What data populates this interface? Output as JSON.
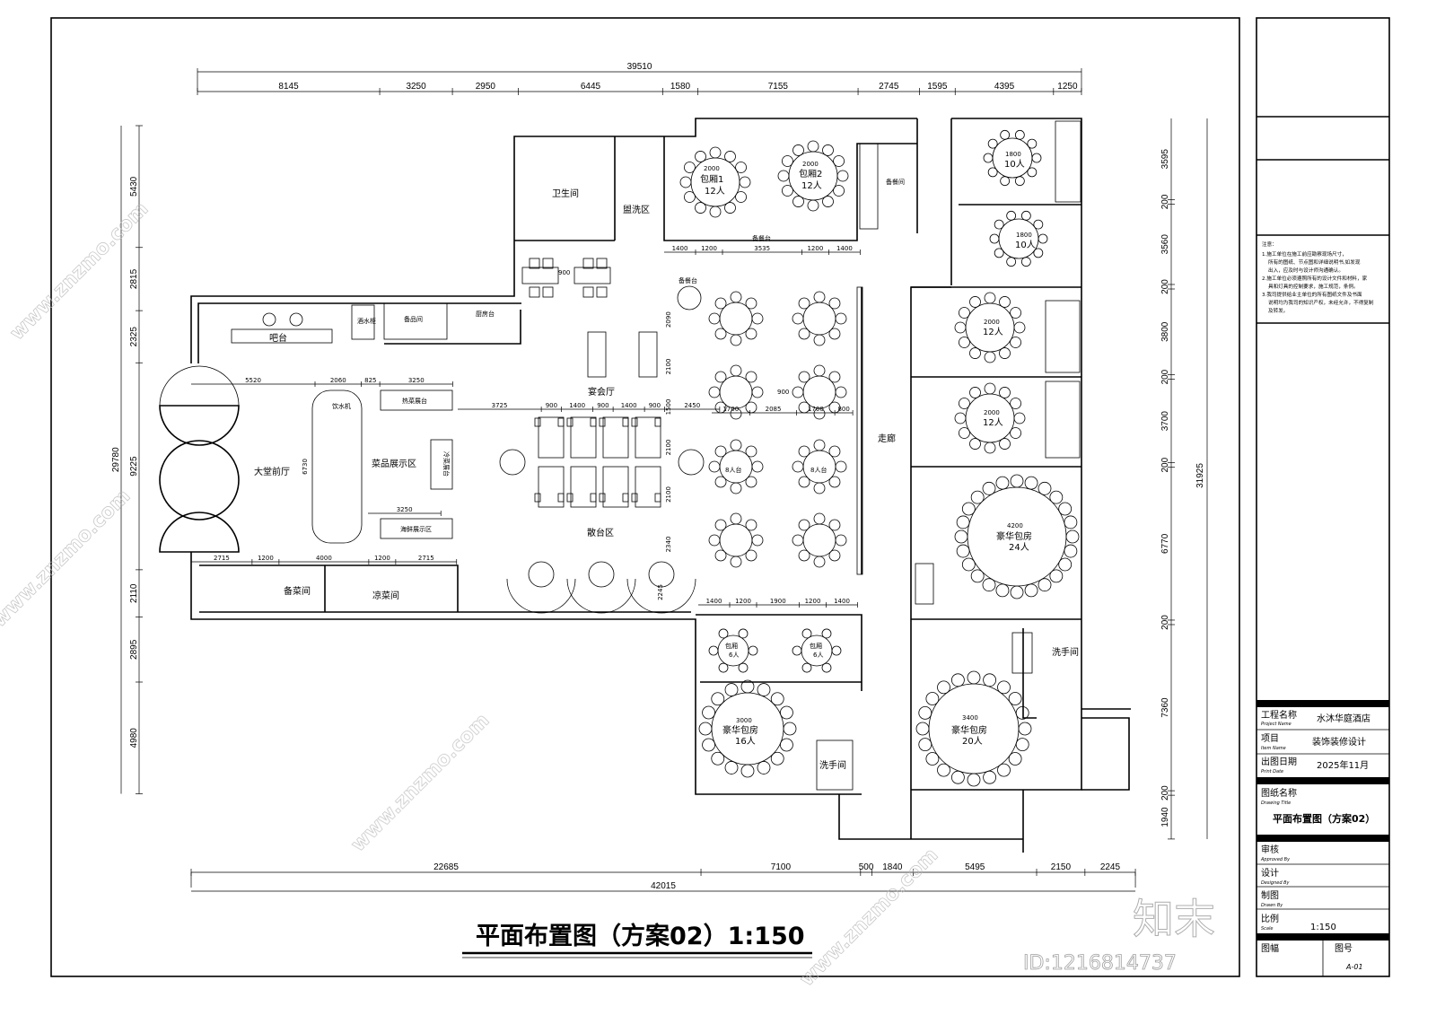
{
  "drawing": {
    "title": "平面布置图（方案02）1:150",
    "dimensions": {
      "top_total": "39510",
      "top": [
        "8145",
        "3250",
        "2950",
        "6445",
        "1580",
        "7155",
        "2745",
        "1595",
        "4395",
        "1250"
      ],
      "bottom_total": "42015",
      "bottom": [
        "22685",
        "7100",
        "500",
        "1840",
        "5495",
        "2150",
        "2245"
      ],
      "left_total": "29780",
      "left": [
        "5430",
        "2815",
        "2325",
        "9225",
        "2110",
        "2895",
        "4980"
      ],
      "right_total": "31925",
      "right": [
        "3595",
        "200",
        "3560",
        "200",
        "3800",
        "200",
        "3700",
        "200",
        "6770",
        "200",
        "7360",
        "200",
        "1940"
      ],
      "inner": {
        "lobby_row": [
          "5520",
          "2060",
          "825",
          "3250"
        ],
        "lobby_row2": [
          "3250"
        ],
        "lobby_side": "6730",
        "kitchen_row": [
          "2715",
          "1200",
          "4000",
          "1200",
          "2715"
        ],
        "hall_row": [
          "3725",
          "900",
          "1400",
          "900",
          "1400",
          "900",
          "2450"
        ],
        "hall_row2": [
          "1700",
          "2085",
          "1700",
          "800"
        ],
        "hall_900a": "900",
        "hall_900b": "900",
        "hall_v": [
          "2090",
          "2100",
          "1500",
          "2100",
          "2100",
          "2340"
        ],
        "vip_top_row": [
          "1400",
          "1200",
          "3535",
          "1200",
          "1400"
        ],
        "vip_bottom_row": [
          "1400",
          "1200",
          "1900",
          "1200",
          "1400"
        ],
        "hall_245": "2245"
      }
    },
    "rooms": {
      "toilet": "卫生间",
      "wash": "盥洗区",
      "vip1": {
        "name": "包厢1",
        "size": "2000",
        "seats": "12人"
      },
      "vip2": {
        "name": "包厢2",
        "size": "2000",
        "seats": "12人"
      },
      "prep_top": "备餐间",
      "bar": "吧台",
      "lobby": "大堂前厅",
      "display": "菜品展示区",
      "banquet": "宴会厅",
      "casual": "散台区",
      "corridor": "走廊",
      "prep": "备菜间",
      "cold": "凉菜间",
      "small1": {
        "name": "包厢",
        "seats": "6人"
      },
      "small2": {
        "name": "包厢",
        "seats": "6人"
      },
      "lux16": {
        "name": "豪华包房",
        "size": "3000",
        "seats": "16人"
      },
      "wc1": "洗手间",
      "wc2": "洗手间",
      "lux20": {
        "name": "豪华包房",
        "size": "3400",
        "seats": "20人"
      },
      "lux24": {
        "name": "豪华包房",
        "size": "4200",
        "seats": "24人"
      },
      "r10a": {
        "size": "1800",
        "seats": "10人"
      },
      "r10b": {
        "size": "1800",
        "seats": "10人"
      },
      "r12a": {
        "size": "2000",
        "seats": "12人"
      },
      "r12b": {
        "size": "2000",
        "seats": "12人"
      },
      "t8a": "8人台",
      "t8b": "8人台",
      "small_labels": [
        "备餐台",
        "酒水柜",
        "备品间",
        "厨房台",
        "备餐台",
        "热菜展台",
        "冷菜展台",
        "海鲜展示区",
        "饮水机"
      ]
    },
    "title_block": {
      "notes_title": "注意：",
      "notes": [
        "1.施工单位在施工前应勘察现场尺寸，",
        "所有的图纸、节点图和详细说明书,如发现",
        "出入，应及时与设计师沟通确认。",
        "2.施工单位必须遵照所有的设计文件和材料，家",
        "具和灯具的控制要求，施工规范，条例。",
        "3.我司提供给业主单位的所有图纸文件及书面",
        "说明均为我司的知识产权，未经允许，不得复制",
        "及转发。"
      ],
      "project_name_label": "工程名称",
      "project_name_en": "Project Name",
      "project_name": "水沐华庭酒店",
      "item_label": "项目",
      "item_en": "Item Name",
      "item": "装饰装修设计",
      "date_label": "出图日期",
      "date_en": "Print Date",
      "date": "2025年11月",
      "drawing_label": "图纸名称",
      "drawing_en": "Drawing Title",
      "drawing_name": "平面布置图（方案02）",
      "approved_label": "审核",
      "approved_en": "Approved By",
      "designed_label": "设计",
      "designed_en": "Designed By",
      "drawn_label": "制图",
      "drawn_en": "Drawn By",
      "scale_label": "比例",
      "scale_en": "Scale",
      "scale": "1:150",
      "sheet_label": "图幅",
      "number_label": "图号",
      "number": "A-01"
    },
    "watermark": {
      "site": "www.znzmo.com",
      "brand": "知末",
      "id": "ID:1216814737"
    }
  }
}
